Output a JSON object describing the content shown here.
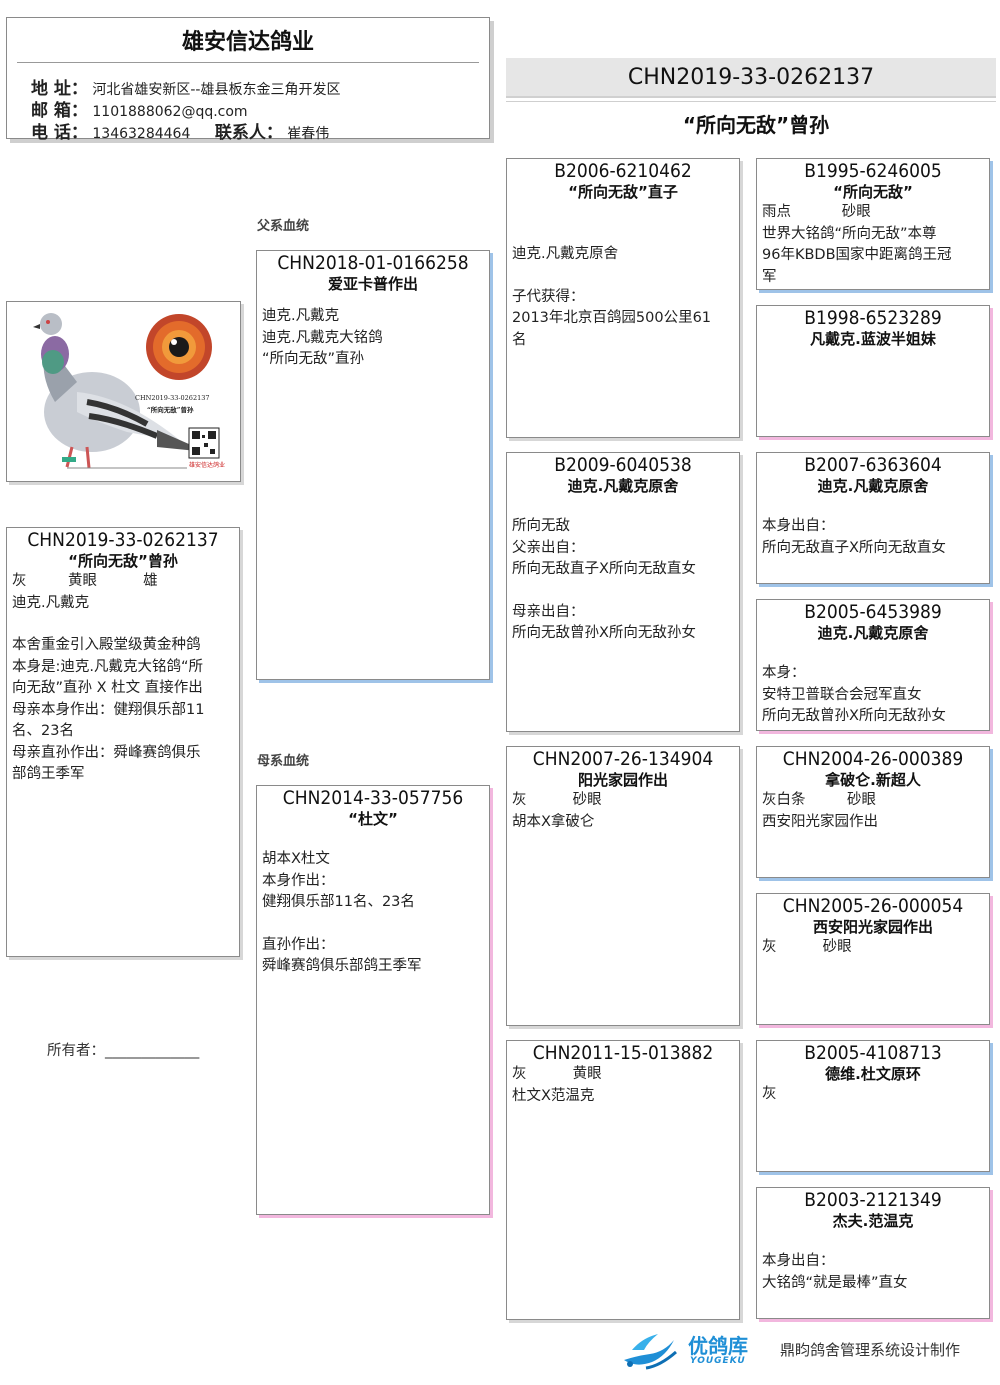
{
  "header": {
    "company": "雄安信达鸽业",
    "address_label": "地 址：",
    "address": "河北省雄安新区--雄县板东金三角开发区",
    "email_label": "邮 箱：",
    "email": "1101888062@qq.com",
    "phone_label": "电 话：",
    "phone": "13463284464",
    "contact_label": "联系人：",
    "contact": "崔春伟"
  },
  "title": {
    "ring": "CHN2019-33-0262137",
    "name": "“所向无敌”曾孙"
  },
  "photo": {
    "caption_ring": "CHN2019-33-0262137",
    "caption_name": "“所向无敌”曾孙",
    "qr_caption": "雄安信达鸽业"
  },
  "subject": {
    "ring": "CHN2019-33-0262137",
    "name": "“所向无敌”曾孙",
    "lines": [
      "灰         黄眼          雄",
      "迪克.凡戴克",
      "",
      "本舍重金引入殿堂级黄金种鸽",
      "本身是:迪克.凡戴克大铭鸽“所",
      "向无敌”直孙 X 杜文 直接作出",
      "母亲本身作出：健翔俱乐部11",
      "名、23名",
      "母亲直孙作出：舜峰赛鸽俱乐",
      "部鸽王季军"
    ]
  },
  "labels": {
    "sire_line": "父系血统",
    "dam_line": "母系血统",
    "owner": "所有者：_____________"
  },
  "sire": {
    "ring": "CHN2018-01-0166258",
    "name": "爱亚卡普作出",
    "lines": [
      "",
      "迪克.凡戴克",
      "迪克.凡戴克大铭鸽",
      "“所向无敌”直孙"
    ]
  },
  "dam": {
    "ring": "CHN2014-33-057756",
    "name": "“杜文”",
    "lines": [
      "",
      "胡本X杜文",
      "本身作出：",
      "健翔俱乐部11名、23名",
      "",
      "直孙作出：",
      "舜峰赛鸽俱乐部鸽王季军"
    ]
  },
  "ss": {
    "ring": "B2006-6210462",
    "name": "“所向无敌”直子",
    "lines": [
      "",
      "",
      "迪克.凡戴克原舍",
      "",
      "子代获得：",
      "2013年北京百鸽园500公里61",
      "名"
    ]
  },
  "sd": {
    "ring": "B2009-6040538",
    "name": "迪克.凡戴克原舍",
    "lines": [
      "",
      "所向无敌",
      "父亲出自：",
      "所向无敌直子X所向无敌直女",
      "",
      "母亲出自：",
      "所向无敌曾孙X所向无敌孙女"
    ]
  },
  "ds": {
    "ring": "CHN2007-26-134904",
    "name": "阳光家园作出",
    "lines": [
      "灰          砂眼",
      "胡本X拿破仑"
    ]
  },
  "dd": {
    "ring": "CHN2011-15-013882",
    "name": "",
    "lines": [
      "灰          黄眼",
      "杜文X范温克"
    ]
  },
  "sss": {
    "ring": "B1995-6246005",
    "name": "“所向无敌”",
    "lines": [
      "雨点           砂眼",
      "世界大铭鸽“所向无敌”本尊",
      "96年KBDB国家中距离鸽王冠",
      "军"
    ]
  },
  "ssd": {
    "ring": "B1998-6523289",
    "name": "凡戴克.蓝波半姐妹",
    "lines": []
  },
  "sds": {
    "ring": "B2007-6363604",
    "name": "迪克.凡戴克原舍",
    "lines": [
      "",
      "本身出自：",
      "所向无敌直子X所向无敌直女"
    ]
  },
  "sdd": {
    "ring": "B2005-6453989",
    "name": "迪克.凡戴克原舍",
    "lines": [
      "",
      "本身：",
      "安特卫普联合会冠军直女",
      "所向无敌曾孙X所向无敌孙女"
    ]
  },
  "dss": {
    "ring": "CHN2004-26-000389",
    "name": "拿破仑.新超人",
    "lines": [
      "灰白条         砂眼",
      "西安阳光家园作出"
    ]
  },
  "dsd": {
    "ring": "CHN2005-26-000054",
    "name": "西安阳光家园作出",
    "lines": [
      "灰          砂眼"
    ]
  },
  "dds": {
    "ring": "B2005-4108713",
    "name": "德维.杜文原环",
    "lines": [
      "灰"
    ]
  },
  "ddd": {
    "ring": "B2003-2121349",
    "name": "杰夫.范温克",
    "lines": [
      "",
      "本身出自：",
      "大铭鸽“就是最棒”直女"
    ]
  },
  "footer": {
    "brand": "优鸽库",
    "brand_en": "YOUGEKU",
    "credit": "鼎盷鸽舍管理系统设计制作"
  },
  "colors": {
    "sire_accent": "#9fc3e8",
    "dam_accent": "#f2b7de",
    "logo_blue": "#1f8fd6"
  }
}
